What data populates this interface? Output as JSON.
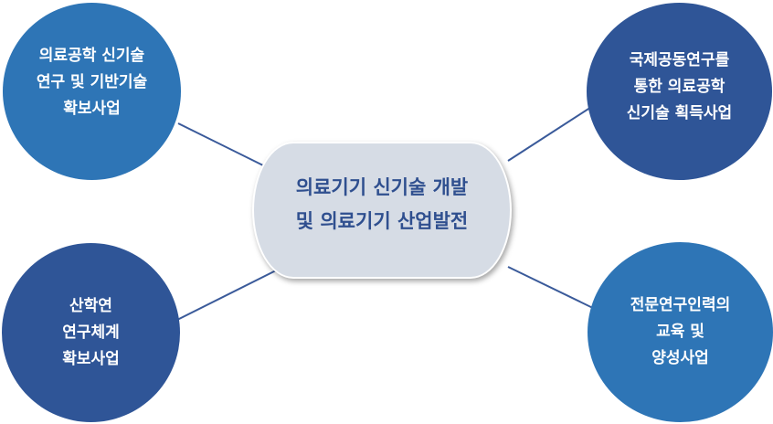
{
  "center": {
    "lines": [
      "의료기기 신기술 개발",
      "및 의료기기 산업발전"
    ]
  },
  "nodes": {
    "top_left": {
      "lines": [
        "의료공학 신기술",
        "연구 및 기반기술",
        "확보사업"
      ]
    },
    "top_right": {
      "lines": [
        "국제공동연구를",
        "통한 의료공학",
        "신기술 획득사업"
      ]
    },
    "bottom_left": {
      "lines": [
        "산학연",
        "연구체계",
        "확보사업"
      ]
    },
    "bottom_right": {
      "lines": [
        "전문연구인력의",
        "교육 및",
        "양성사업"
      ]
    }
  },
  "colors": {
    "light_blue": "#2E75B6",
    "dark_blue": "#2F5597",
    "center_fill": "#D6DCE5",
    "center_text": "#2F4F8F",
    "connector": "#3A5A9A"
  }
}
